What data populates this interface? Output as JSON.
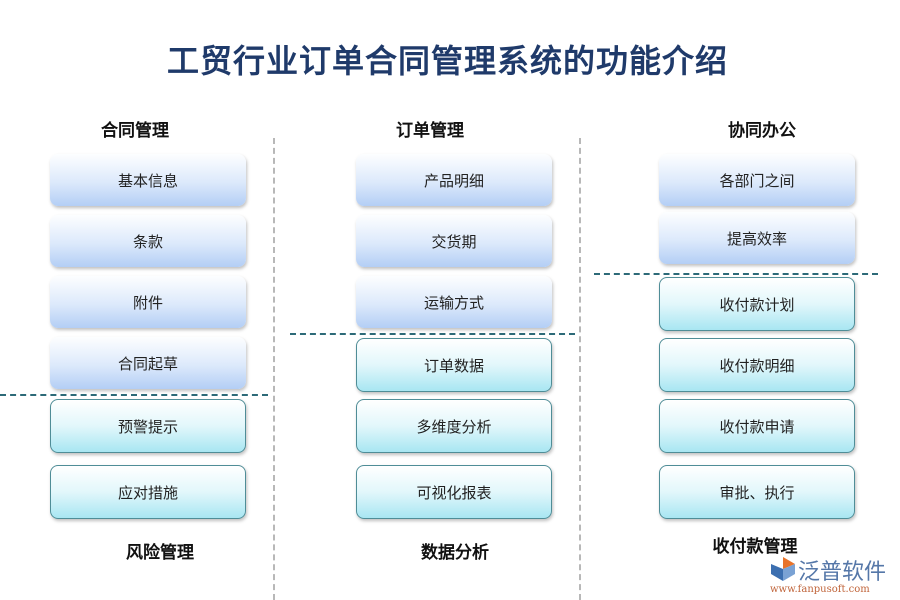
{
  "title": "工贸行业订单合同管理系统的功能介绍",
  "columns": [
    {
      "top_header": "合同管理",
      "bottom_header": "风险管理",
      "top_items": [
        "基本信息",
        "条款",
        "附件",
        "合同起草"
      ],
      "bottom_items": [
        "预警提示",
        "应对措施"
      ]
    },
    {
      "top_header": "订单管理",
      "bottom_header": "数据分析",
      "top_items": [
        "产品明细",
        "交货期",
        "运输方式"
      ],
      "bottom_items": [
        "订单数据",
        "多维度分析",
        "可视化报表"
      ]
    },
    {
      "top_header": "协同办公",
      "bottom_header": "收付款管理",
      "top_items": [
        "各部门之间",
        "提高效率"
      ],
      "bottom_items": [
        "收付款计划",
        "收付款明细",
        "收付款申请",
        "审批、执行"
      ]
    }
  ],
  "watermark": {
    "name": "泛普软件",
    "url": "www.fanpusoft.com"
  },
  "colors": {
    "title": "#1f3a6a",
    "blue_box": "#b3cef5",
    "cyan_box": "#a8e6f2",
    "divider": "#2d6a78"
  }
}
